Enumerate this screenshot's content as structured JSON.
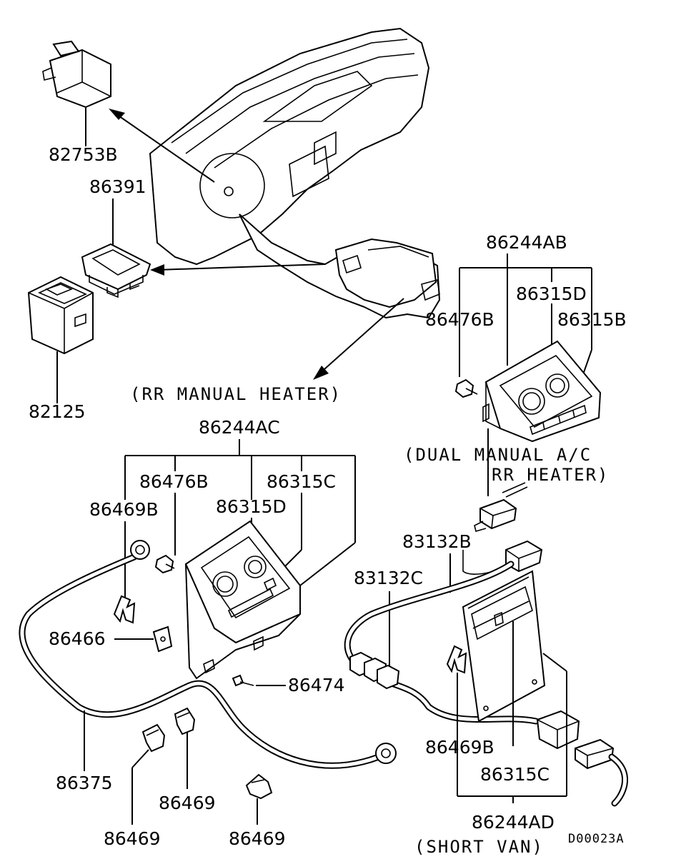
{
  "labels": {
    "p82753B": "82753B",
    "p86391": "86391",
    "p82125": "82125",
    "p86244AB": "86244AB",
    "p86315D_top": "86315D",
    "p86476B_top": "86476B",
    "p86315B": "86315B",
    "p86244AC": "86244AC",
    "p86476B_left": "86476B",
    "p86315C_left": "86315C",
    "p86469B_left": "86469B",
    "p86315D_left": "86315D",
    "p86466": "86466",
    "p86474": "86474",
    "p86375": "86375",
    "p86469_a": "86469",
    "p86469_b": "86469",
    "p86469_c": "86469",
    "p83132B": "83132B",
    "p83132C": "83132C",
    "p86469B_right": "86469B",
    "p86315C_right": "86315C",
    "p86244AD": "86244AD"
  },
  "notes": {
    "rr_manual_heater": "(RR MANUAL HEATER)",
    "dual_manual_ac_line1": "(DUAL MANUAL A/C",
    "dual_manual_ac_line2": "RR HEATER)",
    "short_van": "(SHORT VAN)"
  },
  "diagram_code": "D00023A"
}
